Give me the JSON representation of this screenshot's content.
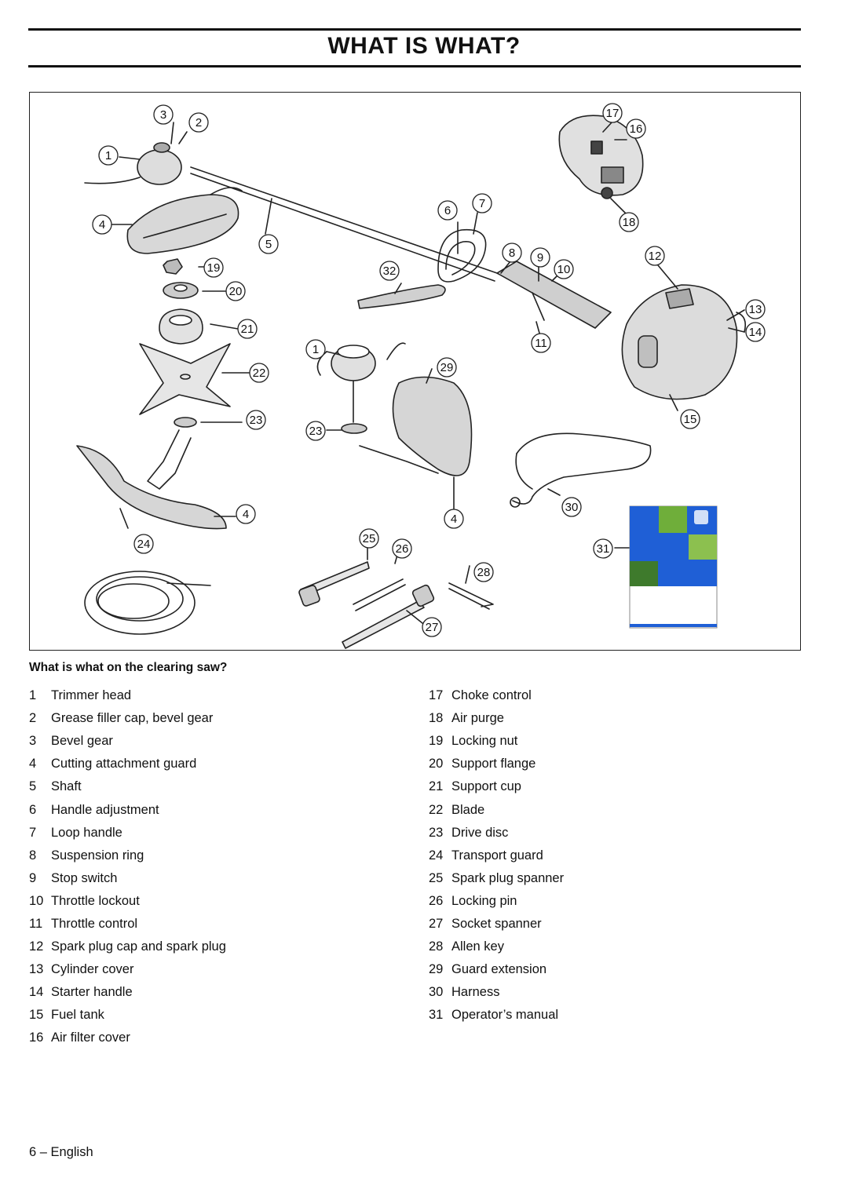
{
  "header": {
    "title": "WHAT IS WHAT?"
  },
  "figure": {
    "callouts": [
      "1",
      "2",
      "3",
      "4",
      "5",
      "6",
      "7",
      "8",
      "9",
      "10",
      "11",
      "12",
      "13",
      "14",
      "15",
      "16",
      "17",
      "18",
      "19",
      "20",
      "21",
      "22",
      "23",
      "24",
      "25",
      "26",
      "27",
      "28",
      "29",
      "30",
      "31",
      "32"
    ]
  },
  "section": {
    "heading": "What is what on the clearing saw?"
  },
  "parts_left": [
    {
      "num": "1",
      "label": "Trimmer head"
    },
    {
      "num": "2",
      "label": "Grease filler cap, bevel gear"
    },
    {
      "num": "3",
      "label": "Bevel gear"
    },
    {
      "num": "4",
      "label": "Cutting attachment guard"
    },
    {
      "num": "5",
      "label": "Shaft"
    },
    {
      "num": "6",
      "label": "Handle adjustment"
    },
    {
      "num": "7",
      "label": "Loop handle"
    },
    {
      "num": "8",
      "label": "Suspension ring"
    },
    {
      "num": "9",
      "label": "Stop switch"
    },
    {
      "num": "10",
      "label": "Throttle lockout"
    },
    {
      "num": "11",
      "label": "Throttle control"
    },
    {
      "num": "12",
      "label": "Spark plug cap and spark plug"
    },
    {
      "num": "13",
      "label": "Cylinder cover"
    },
    {
      "num": "14",
      "label": "Starter handle"
    },
    {
      "num": "15",
      "label": "Fuel tank"
    },
    {
      "num": "16",
      "label": "Air filter cover"
    }
  ],
  "parts_right": [
    {
      "num": "17",
      "label": "Choke control"
    },
    {
      "num": "18",
      "label": "Air purge"
    },
    {
      "num": "19",
      "label": "Locking nut"
    },
    {
      "num": "20",
      "label": "Support flange"
    },
    {
      "num": "21",
      "label": "Support cup"
    },
    {
      "num": "22",
      "label": "Blade"
    },
    {
      "num": "23",
      "label": "Drive disc"
    },
    {
      "num": "24",
      "label": "Transport guard"
    },
    {
      "num": "25",
      "label": "Spark plug spanner"
    },
    {
      "num": "26",
      "label": "Locking pin"
    },
    {
      "num": "27",
      "label": "Socket spanner"
    },
    {
      "num": "28",
      "label": "Allen key"
    },
    {
      "num": "29",
      "label": "Guard extension"
    },
    {
      "num": "30",
      "label": "Harness"
    },
    {
      "num": "31",
      "label": "Operator’s manual"
    }
  ],
  "footer": {
    "page": "6 – English"
  },
  "colors": {
    "manual_blue": "#1f5fd6",
    "manual_green": "#6fae3a",
    "ink": "#111111"
  }
}
